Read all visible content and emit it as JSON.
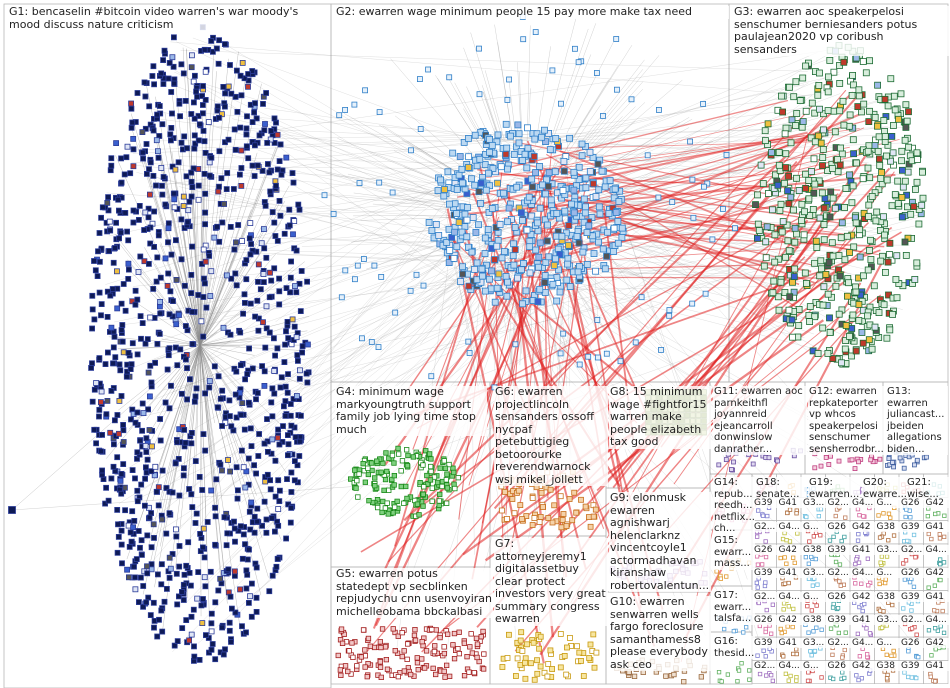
{
  "groups": [
    {
      "id": "G1",
      "text": "G1: bencaselin #bitcoin video warren's war moody's mood discuss nature criticism",
      "color": "#1a2a7a",
      "node_count": 1400,
      "style": "oval"
    },
    {
      "id": "G2",
      "text": "G2: ewarren wage minimum people 15 pay more make tax need",
      "color": "#3a8fd6",
      "node_count": 520,
      "style": "cluster"
    },
    {
      "id": "G3",
      "text": "G3: ewarren aoc speakerpelosi senschumer berniesanders potus paulajean2020 vp coribush sensanders",
      "color": "#1f7a3a",
      "node_count": 540,
      "style": "cluster"
    },
    {
      "id": "G4",
      "text": "G4: minimum wage markyoungtruth support family job lying time stop much",
      "color": "#2aa02a",
      "node_count": 180,
      "style": "cluster"
    },
    {
      "id": "G5",
      "text": "G5: ewarren potus statedept vp secblinken repjudychu cnn usenvoyiran michelleobama bbckalbasi",
      "color": "#a32020",
      "node_count": 150,
      "style": "strip"
    },
    {
      "id": "G6",
      "text": "G6: ewarren projectlincoln sensanders ossoff nycpaf petebuttigieg betoorourke reverendwarnock wsj mikel_jollett",
      "color": "#d07020",
      "node_count": 70,
      "style": "cluster"
    },
    {
      "id": "G7",
      "text": "G7: attorneyjeremy1 digitalassetbuy clear protect investors very great summary congress ewarren",
      "color": "#e0b020",
      "node_count": 60,
      "style": "cluster"
    },
    {
      "id": "G8",
      "text": "G8: 15 minimum wage #fightfor15 warren make people elizabeth tax good",
      "color": "#6a8a20",
      "node_count": 70,
      "style": "grid"
    },
    {
      "id": "G9",
      "text": "G9: elonmusk ewarren agnishwarj helenclarknz vincentcoyle1 actormadhavan kiranshaw robertovalentun...",
      "color": "#9a70b0",
      "node_count": 40,
      "style": "cluster"
    },
    {
      "id": "G10",
      "text": "G10: ewarren senwarren wells fargo foreclosure samanthamess8 please everybody ask ceo",
      "color": "#b08060",
      "node_count": 30,
      "style": "cluster"
    },
    {
      "id": "G11",
      "text": "G11: ewarren aoc parnkeithfl joyannreid ejeancarroll donwinslow danrather...",
      "color": "#7060a0",
      "node_count": 20,
      "style": "cluster"
    },
    {
      "id": "G12",
      "text": "G12: ewarren repkateporter vp whcos speakerpelosi senschumer sensherrodbr...",
      "color": "#c04080",
      "node_count": 20,
      "style": "cluster"
    },
    {
      "id": "G13",
      "text": "G13: ewarren juliancast... jbeiden allegations biden...",
      "color": "#4060a0",
      "node_count": 20,
      "style": "cluster"
    }
  ],
  "small_groups": [
    {
      "id": "G14",
      "text": "G14: repub... reedh... netflix... ch..."
    },
    {
      "id": "G15",
      "text": "G15: ewarr... mass..."
    },
    {
      "id": "G16",
      "text": "G16: thesid..."
    },
    {
      "id": "G17",
      "text": "G17: ewarr... talsfa..."
    },
    {
      "id": "G18",
      "text": "G18: senate..."
    },
    {
      "id": "G19",
      "text": "G19: ewarren..."
    },
    {
      "id": "G20",
      "text": "G20: ewarre..."
    },
    {
      "id": "G21",
      "text": "G21: wise..."
    },
    {
      "id": "G26",
      "text": "G26"
    },
    {
      "id": "G38",
      "text": "G38"
    },
    {
      "id": "G39",
      "text": "G39"
    },
    {
      "id": "G41",
      "text": "G41"
    },
    {
      "id": "G42",
      "text": "G42"
    },
    {
      "id": "G3x",
      "text": "G3..."
    },
    {
      "id": "G2x",
      "text": "G2..."
    },
    {
      "id": "G4x",
      "text": "G4..."
    },
    {
      "id": "Gx",
      "text": "G..."
    }
  ],
  "palette": {
    "background": "#ffffff",
    "edge_gray": "#8c8c8c",
    "edge_red": "#e02020",
    "border": "#b8b8b8",
    "small_colors": [
      "#d86aa0",
      "#e09a30",
      "#5aa0d8",
      "#60b060",
      "#a070c0",
      "#c0c040",
      "#d05050",
      "#40a0a0",
      "#8080d0",
      "#b07040",
      "#70c0e0",
      "#c08060"
    ]
  }
}
